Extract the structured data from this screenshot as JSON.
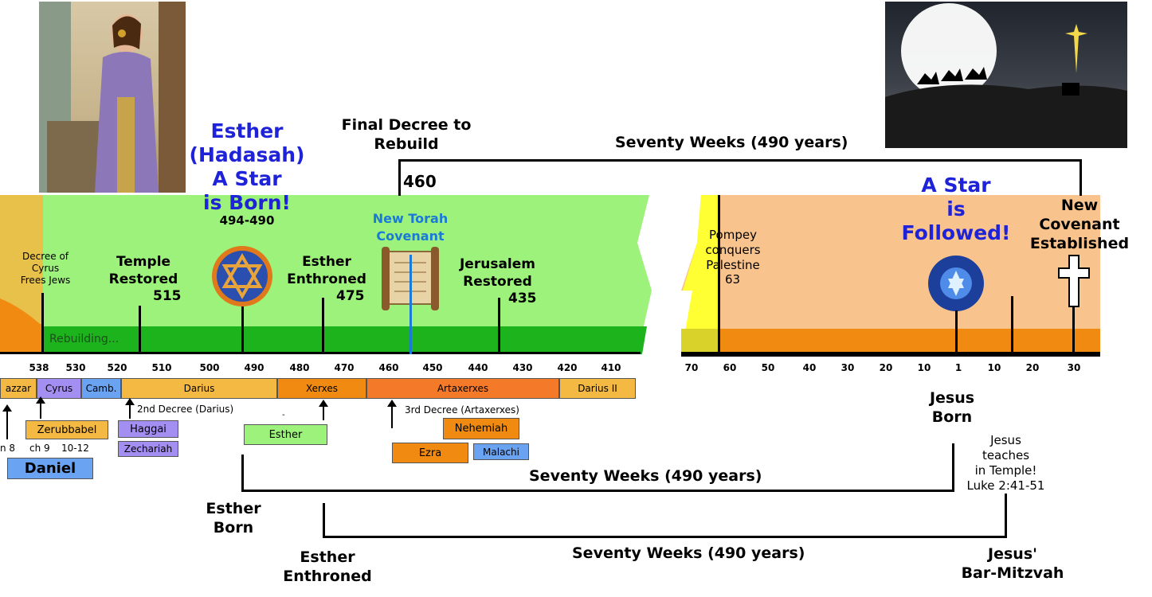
{
  "title_left": "Esther\n(Hadasah)\nA Star\nis Born!",
  "title_left_years": "494-490",
  "final_decree": "Final Decree to\nRebuild",
  "decree_year": "460",
  "seventy_top": "Seventy Weeks (490 years)",
  "seventy_mid": "Seventy Weeks (490 years)",
  "seventy_bottom": "Seventy Weeks (490 years)",
  "star_followed": "A Star\nis\nFollowed!",
  "new_covenant": "New\nCovenant\nEstablished",
  "events": {
    "decree_cyrus": "Decree of\nCyrus\nFrees Jews",
    "temple": "Temple\nRestored",
    "temple_year": "515",
    "esther_enthroned": "Esther\nEnthroned",
    "esther_enthroned_year": "475",
    "torah": "New Torah\nCovenant",
    "jerusalem": "Jerusalem\nRestored",
    "jerusalem_year": "435",
    "rebuilding": "Rebuilding...",
    "pompey": "Pompey\nconquers\nPalestine",
    "pompey_year": "63"
  },
  "ticks_left": [
    "538",
    "530",
    "520",
    "510",
    "500",
    "490",
    "480",
    "470",
    "460",
    "450",
    "440",
    "430",
    "420",
    "410"
  ],
  "ticks_right": [
    "70",
    "60",
    "50",
    "40",
    "30",
    "20",
    "10",
    "1",
    "10",
    "20",
    "30"
  ],
  "reigns": [
    "azzar",
    "Cyrus",
    "Camb.",
    "Darius",
    "Xerxes",
    "Artaxerxes",
    "Darius II"
  ],
  "decrees": {
    "second": "2nd Decree (Darius)",
    "third": "3rd Decree (Artaxerxes)",
    "dash": "-"
  },
  "books": {
    "zerubbabel": "Zerubbabel",
    "haggai": "Haggai",
    "zechariah": "Zechariah",
    "esther": "Esther",
    "nehemiah": "Nehemiah",
    "ezra": "Ezra",
    "malachi": "Malachi",
    "daniel": "Daniel"
  },
  "chapters": {
    "ch8": "n 8",
    "ch9": "ch 9",
    "ch1012": "10-12"
  },
  "bottom": {
    "jesus_born": "Jesus\nBorn",
    "jesus_temple": "Jesus\nteaches\nin Temple!\nLuke 2:41-51",
    "esther_born": "Esther\nBorn",
    "esther_enthroned": "Esther\nEnthroned",
    "bar_mitzvah": "Jesus'\nBar-Mitzvah"
  },
  "colors": {
    "green_light": "#9cf27a",
    "green_dark": "#1db31d",
    "orange_light": "#f9c38d",
    "orange_dark": "#f08a10",
    "title_blue": "#1e22d8",
    "torah_blue": "#1a7ad6"
  }
}
